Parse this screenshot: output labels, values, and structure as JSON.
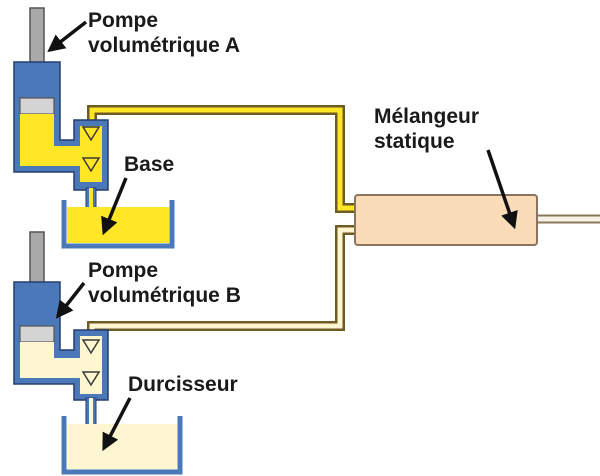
{
  "labels": {
    "pump_a_line1": "Pompe",
    "pump_a_line2": "volumétrique A",
    "base": "Base",
    "mixer_line1": "Mélangeur",
    "mixer_line2": "statique",
    "pump_b_line1": "Pompe",
    "pump_b_line2": "volumétrique B",
    "hardener": "Durcisseur"
  },
  "colors": {
    "housing_blue": "#4a78b8",
    "base_yellow": "#ffe626",
    "hardener_cream": "#fdf6d0",
    "mixer_fill": "#fbdcb8",
    "plunger_gray": "#a9a9a9",
    "background": "#ffffff"
  }
}
